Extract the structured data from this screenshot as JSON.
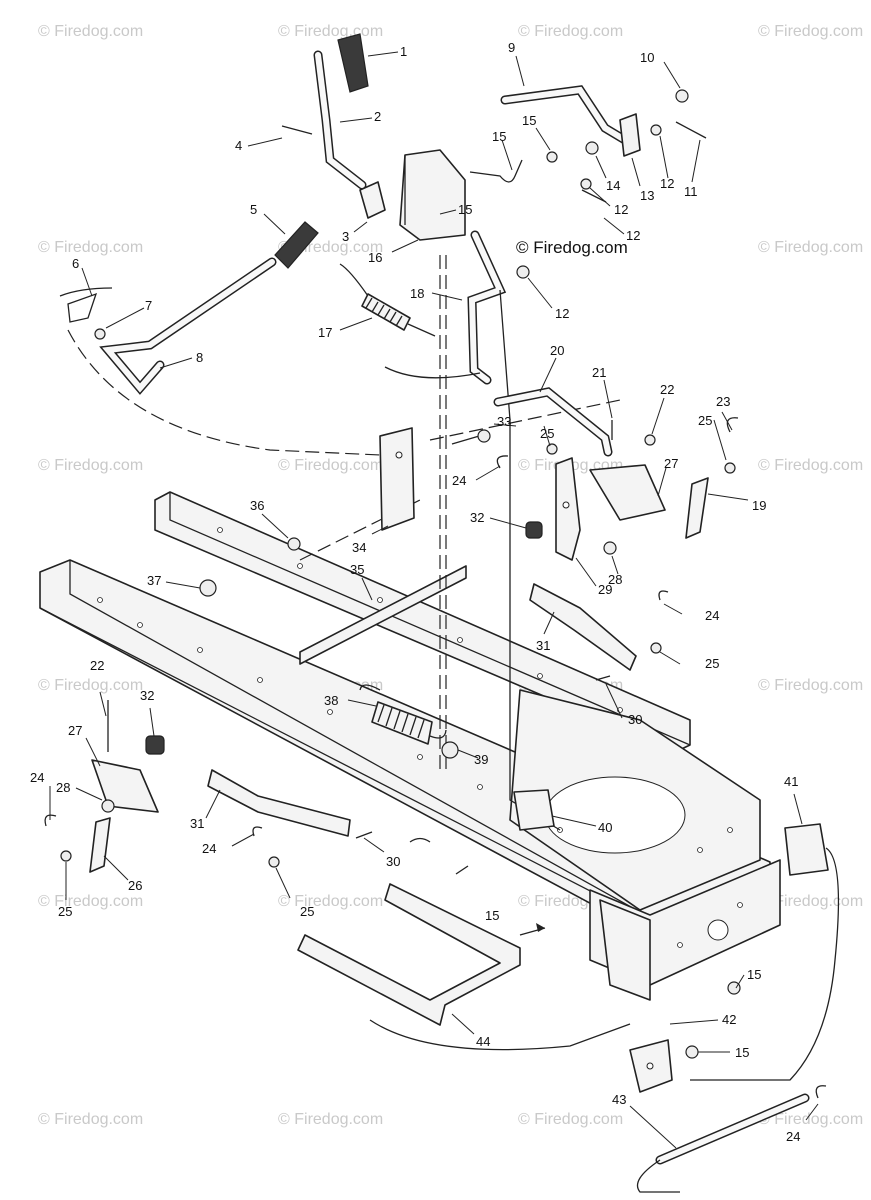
{
  "watermark_text": "© Firedog.com",
  "copyright_label": "© Firedog.com",
  "callouts": [
    "1",
    "2",
    "3",
    "4",
    "5",
    "6",
    "7",
    "8",
    "9",
    "10",
    "11",
    "12",
    "12",
    "12",
    "12",
    "13",
    "14",
    "15",
    "15",
    "15",
    "15",
    "15",
    "15",
    "16",
    "17",
    "18",
    "19",
    "20",
    "21",
    "22",
    "22",
    "23",
    "24",
    "24",
    "24",
    "24",
    "24",
    "25",
    "25",
    "25",
    "25",
    "25",
    "26",
    "27",
    "27",
    "28",
    "28",
    "29",
    "30",
    "30",
    "31",
    "31",
    "32",
    "32",
    "33",
    "34",
    "35",
    "36",
    "37",
    "38",
    "39",
    "40",
    "41",
    "42",
    "43",
    "44"
  ]
}
